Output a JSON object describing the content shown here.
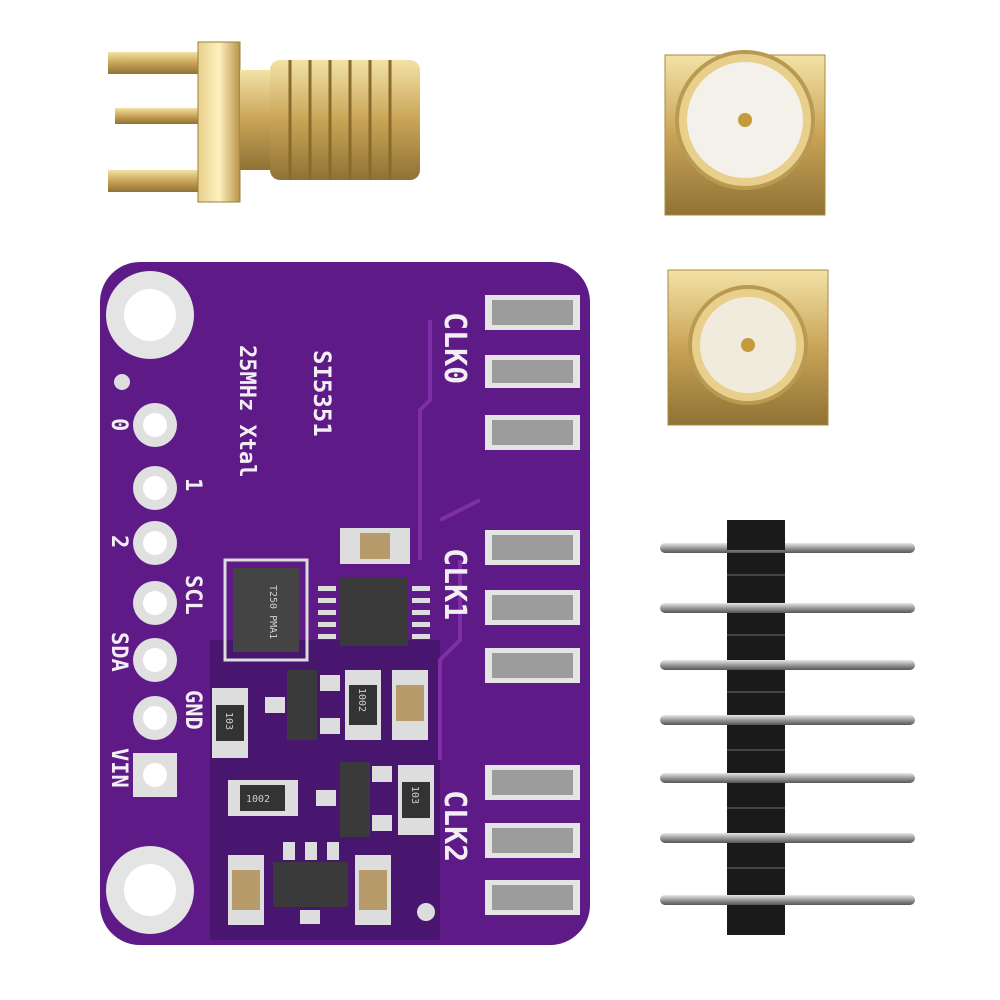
{
  "board": {
    "chip_label": "SI5351",
    "crystal_label": "25MHz Xtal",
    "crystal_marking": "T250 PMA1",
    "outputs": [
      "CLK0",
      "CLK1",
      "CLK2"
    ],
    "pins": [
      "0",
      "1",
      "2",
      "SCL",
      "SDA",
      "GND",
      "VIN"
    ],
    "resistor_markings": [
      "103",
      "1002",
      "1002",
      "103"
    ],
    "colors": {
      "pcb": "#5e1a86",
      "gold": "#d2b46a",
      "header": "#1a1a1a",
      "background": "#ffffff"
    }
  },
  "parts": {
    "edge_sma": "sma-edge-connector",
    "smd_sma": "sma-surface-connector",
    "header": "7-pin-male-header"
  }
}
